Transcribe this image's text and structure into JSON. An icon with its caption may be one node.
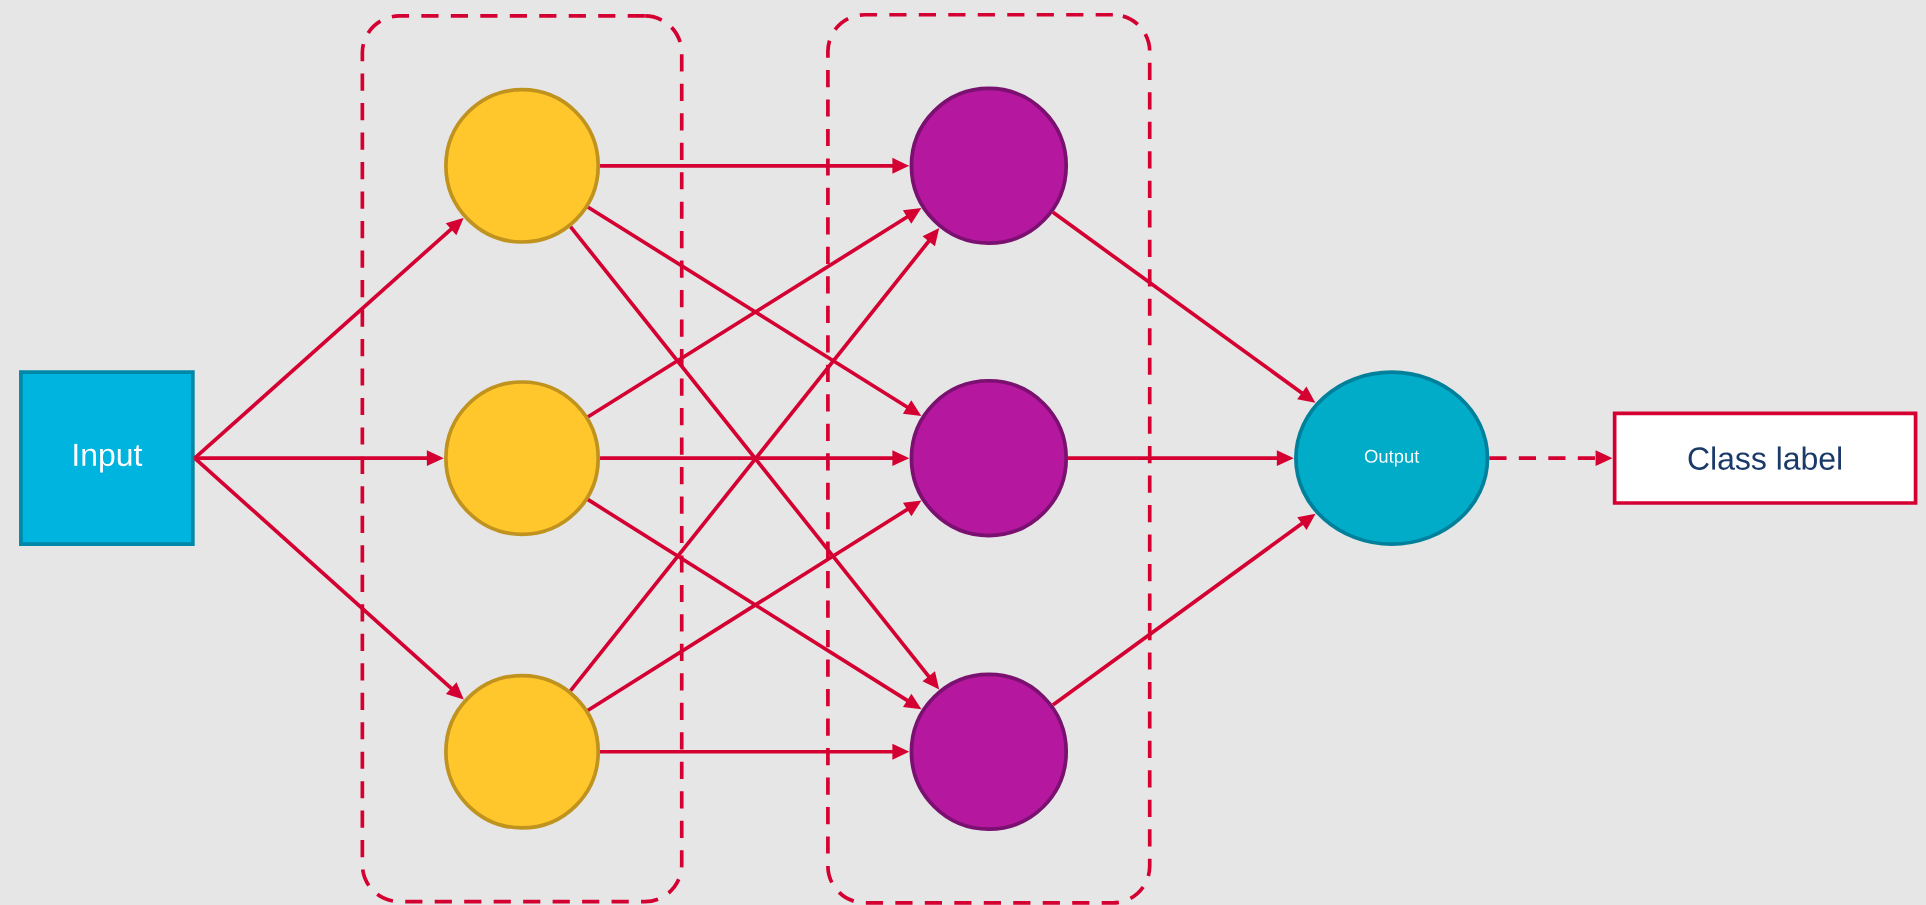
{
  "diagram": {
    "nodes": [
      {
        "text": [
          "Input"
        ]
      },
      {
        "text": [],
        "shape": "box"
      },
      {
        "text": [],
        "shape": "circle",
        "in": 1
      },
      {
        "text": [],
        "shape": "circle",
        "in": 1
      },
      {
        "text": [],
        "shape": "circle",
        "in": 1
      },
      {
        "text": [],
        "shape": "box"
      },
      {
        "text": [],
        "shape": "circle",
        "in": 5
      },
      {
        "text": [],
        "shape": "circle",
        "in": 5
      },
      {
        "text": [],
        "shape": "circle",
        "in": 5
      },
      {
        "text": [
          "Output"
        ]
      },
      {
        "text": [
          "Class label"
        ]
      }
    ],
    "edges": [
      {
        "from": 0,
        "to": 2,
        "arrow": "to"
      },
      {
        "from": 0,
        "to": 3,
        "arrow": "to"
      },
      {
        "from": 0,
        "to": 4,
        "arrow": "to"
      },
      {
        "from": 2,
        "to": 6,
        "arrow": "to"
      },
      {
        "from": 2,
        "to": 7,
        "arrow": "to"
      },
      {
        "from": 2,
        "to": 8,
        "arrow": "to"
      },
      {
        "from": 3,
        "to": 6,
        "arrow": "to"
      },
      {
        "from": 3,
        "to": 7,
        "arrow": "to"
      },
      {
        "from": 3,
        "to": 8,
        "arrow": "to"
      },
      {
        "from": 4,
        "to": 6,
        "arrow": "to"
      },
      {
        "from": 4,
        "to": 7,
        "arrow": "to"
      },
      {
        "from": 4,
        "to": 8,
        "arrow": "to"
      },
      {
        "from": 6,
        "to": 9,
        "arrow": "to"
      },
      {
        "from": 7,
        "to": 9,
        "arrow": "to"
      },
      {
        "from": 8,
        "to": 9,
        "arrow": "to"
      },
      {
        "from": 9,
        "to": 10,
        "arrow": "to",
        "style": "dashed"
      }
    ]
  }
}
